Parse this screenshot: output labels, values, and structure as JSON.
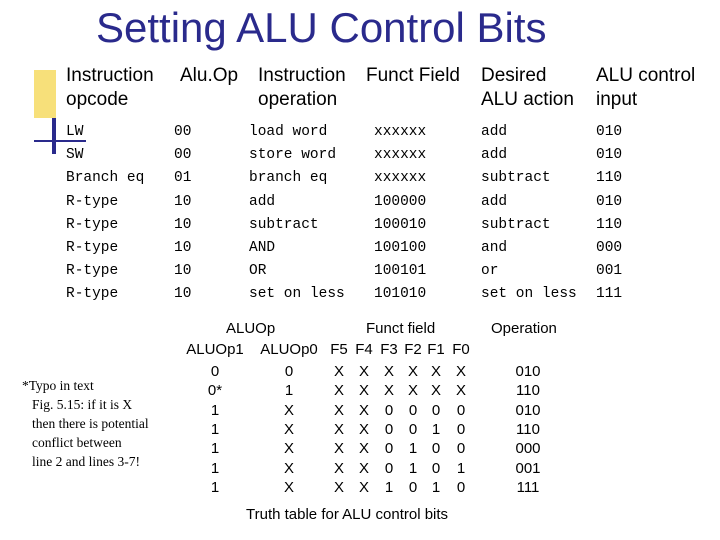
{
  "title": "Setting ALU Control Bits",
  "headers": {
    "instruction_opcode": [
      "Instruction",
      "opcode"
    ],
    "aluop": [
      "Alu.Op",
      ""
    ],
    "instruction_operation": [
      "Instruction",
      "operation"
    ],
    "funct_field": [
      "Funct Field",
      ""
    ],
    "desired_alu_action": [
      "Desired",
      "ALU action"
    ],
    "alu_control_input": [
      "ALU control",
      "input"
    ]
  },
  "table1": {
    "opcode": [
      "LW",
      "SW",
      "Branch eq",
      "R-type",
      "R-type",
      "R-type",
      "R-type",
      "R-type"
    ],
    "aluop": [
      "00",
      "00",
      "01",
      "10",
      "10",
      "10",
      "10",
      "10"
    ],
    "operation": [
      "load word",
      "store word",
      "branch eq",
      "add",
      "subtract",
      "AND",
      "OR",
      "set on less"
    ],
    "funct": [
      "xxxxxx",
      "xxxxxx",
      "xxxxxx",
      "100000",
      "100010",
      "100100",
      "100101",
      "101010"
    ],
    "action": [
      "add",
      "add",
      "subtract",
      "add",
      "subtract",
      "and",
      "or",
      "set on less"
    ],
    "control": [
      "010",
      "010",
      "110",
      "010",
      "110",
      "000",
      "001",
      "111"
    ]
  },
  "truth_table": {
    "aluop_group": "ALUOp",
    "funct_group": "Funct field",
    "operation_header": "Operation",
    "col_headers": [
      "ALUOp1",
      "ALUOp0",
      "F5",
      "F4",
      "F3",
      "F2",
      "F1",
      "F0"
    ],
    "rows": [
      [
        "0",
        "0",
        "X",
        "X",
        "X",
        "X",
        "X",
        "X",
        "010"
      ],
      [
        "0*",
        "1",
        "X",
        "X",
        "X",
        "X",
        "X",
        "X",
        "110"
      ],
      [
        "1",
        "X",
        "X",
        "X",
        "0",
        "0",
        "0",
        "0",
        "010"
      ],
      [
        "1",
        "X",
        "X",
        "X",
        "0",
        "0",
        "1",
        "0",
        "110"
      ],
      [
        "1",
        "X",
        "X",
        "X",
        "0",
        "1",
        "0",
        "0",
        "000"
      ],
      [
        "1",
        "X",
        "X",
        "X",
        "0",
        "1",
        "0",
        "1",
        "001"
      ],
      [
        "1",
        "X",
        "X",
        "X",
        "1",
        "0",
        "1",
        "0",
        "111"
      ]
    ],
    "caption": "Truth table for ALU control bits"
  },
  "note": {
    "line1": "*Typo in text",
    "rest": [
      "Fig. 5.15: if it is  X",
      "then there is potential",
      "conflict between",
      "line 2 and lines 3-7!"
    ]
  }
}
